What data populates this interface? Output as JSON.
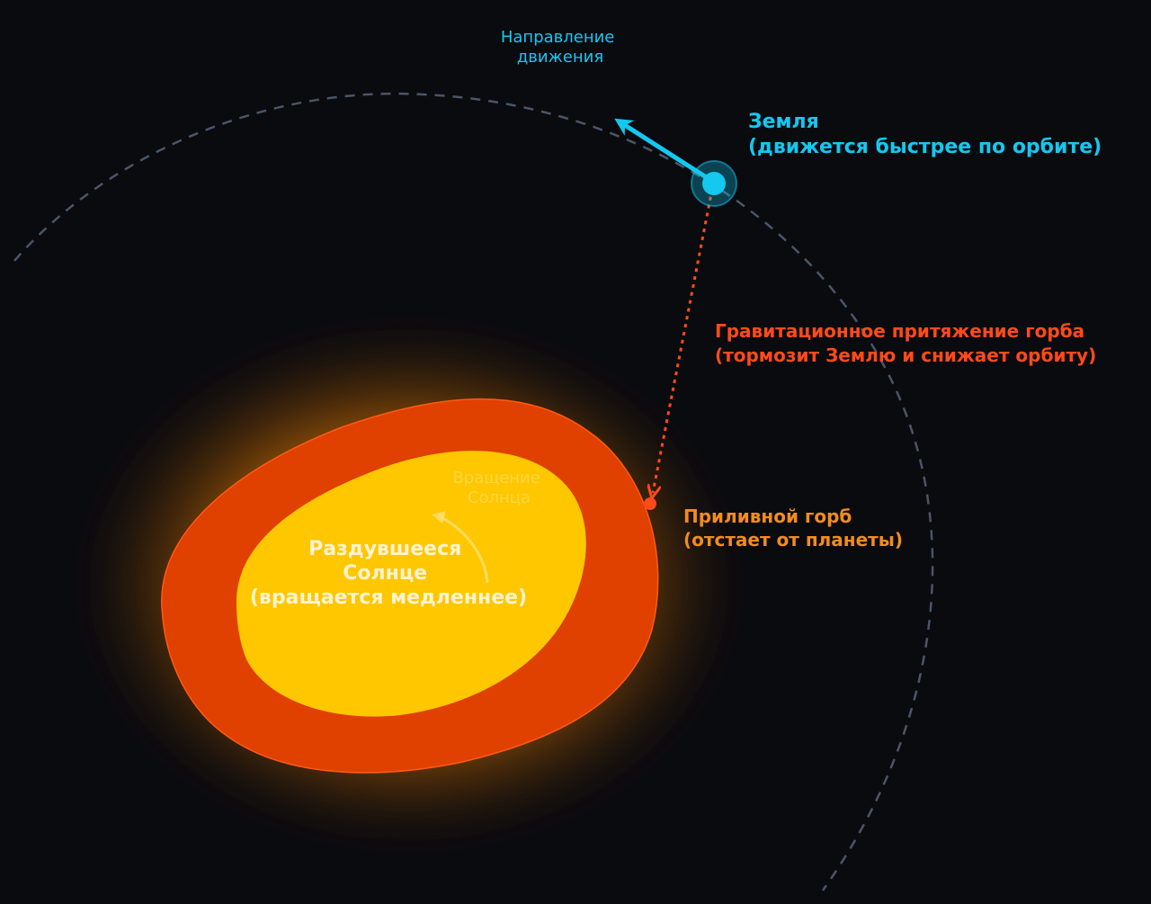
{
  "direction_label": {
    "line1": "Направление",
    "line2": "движения"
  },
  "earth_label": {
    "line1": "Земля",
    "line2": "(движется быстрее по орбите)"
  },
  "gravity_label": {
    "line1": "Гравитационное притяжение горба",
    "line2": "(тормозит Землю и снижает орбиту)"
  },
  "bulge_label": {
    "line1": "Приливной горб",
    "line2": "(отстает от планеты)"
  },
  "rotation_label": {
    "line1": "Вращение",
    "line2": "Солнца"
  },
  "sun_label": {
    "line1": "Раздувшееся",
    "line2": "Солнце",
    "line3": "(вращается медленнее)"
  },
  "colors": {
    "background": "#0a0b0f",
    "orbit": "#4a5568",
    "earth": "#14c8f0",
    "gravity": "#ff4a1a",
    "bulge_label": "#f28c1e",
    "sun_outer": "#e04000",
    "sun_inner": "#ffc700",
    "sun_text": "#fff3d0"
  }
}
